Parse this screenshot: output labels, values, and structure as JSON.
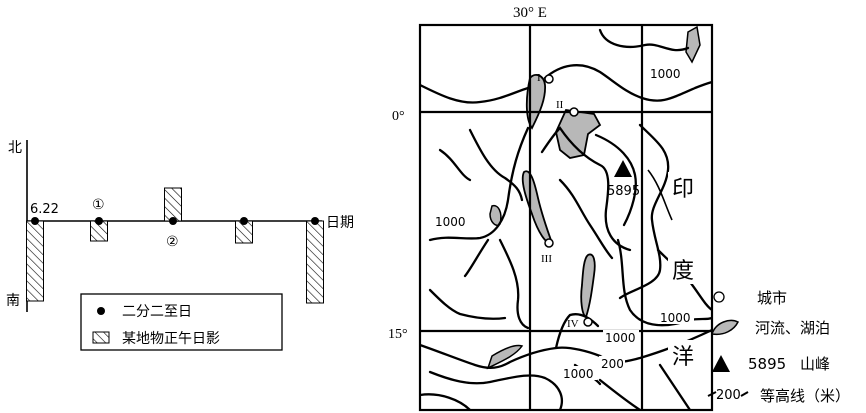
{
  "shadow_chart": {
    "north_label": "北",
    "south_label": "南",
    "date_label": "6.22",
    "axis_label": "日期",
    "marker_1": "①",
    "marker_2": "②",
    "legend": {
      "solstice_equinox": "二分二至日",
      "noon_shadow": "某地物正午日影"
    },
    "shadows": [
      {
        "date": "6.22",
        "direction": "south",
        "length": 80
      },
      {
        "date": "①",
        "direction": "south",
        "length": 20
      },
      {
        "date": "②",
        "direction": "north",
        "length": 33
      },
      {
        "date": "",
        "direction": "south",
        "length": 22
      },
      {
        "date": "",
        "direction": "south",
        "length": 82
      }
    ]
  },
  "map": {
    "lon_label": "30° E",
    "lat_0": "0°",
    "lat_15": "15°",
    "sea_chars": [
      "印",
      "度",
      "洋"
    ],
    "peak_value": "5895",
    "contour_labels": [
      "1000",
      "1000",
      "1000",
      "1000",
      "1000",
      "200"
    ],
    "cities": [
      "I",
      "II",
      "III",
      "IV"
    ],
    "legend": {
      "city": "城市",
      "river_lake": "河流、湖泊",
      "peak_value": "5895",
      "peak": "山峰",
      "contour_value": "200",
      "contour": "等高线（米）"
    }
  },
  "colors": {
    "lake_fill": "#b8b8b8",
    "ink": "#000000"
  }
}
